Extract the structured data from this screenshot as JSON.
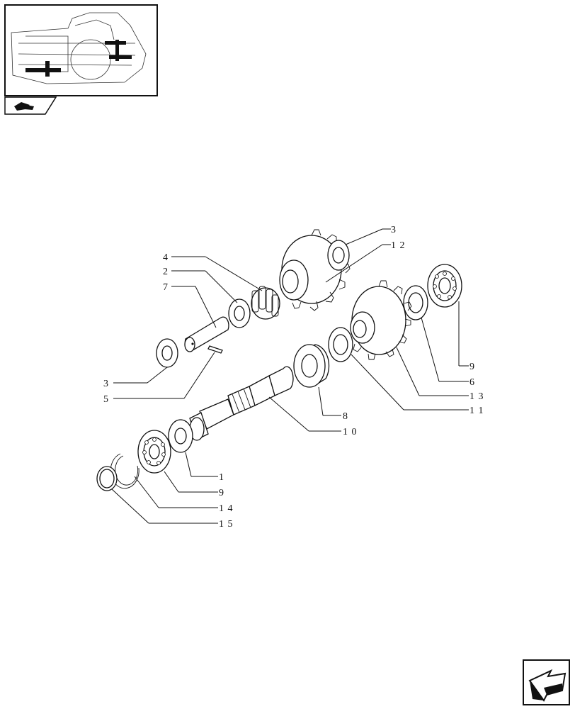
{
  "callouts": {
    "c3_top": "3",
    "c12": "1 2",
    "c4": "4",
    "c2": "2",
    "c7": "7",
    "c3_left": "3",
    "c5": "5",
    "c9_right": "9",
    "c6": "6",
    "c13": "1 3",
    "c11": "1 1",
    "c8": "8",
    "c10": "1 0",
    "c1": "1",
    "c9_bottom": "9",
    "c14": "1 4",
    "c15": "1 5"
  },
  "icons": {
    "thumbnail": "assembly-thumbnail",
    "tab": "book-icon",
    "nav": "next-page-arrow-icon"
  },
  "colors": {
    "line": "#111111",
    "background": "#ffffff"
  }
}
